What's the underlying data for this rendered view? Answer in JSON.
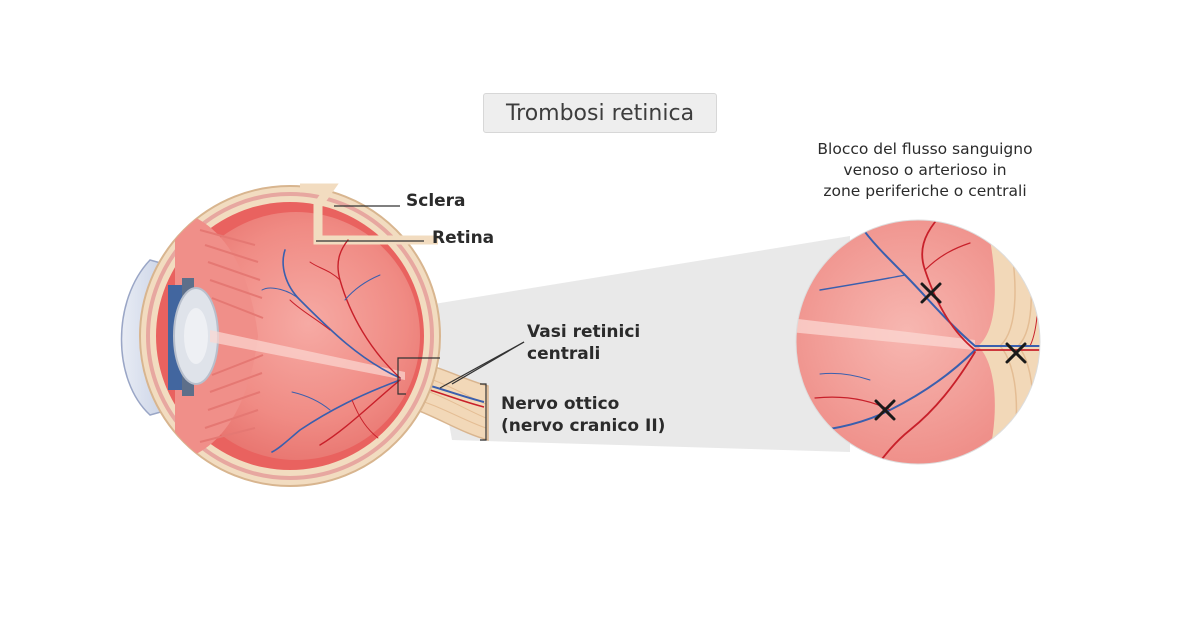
{
  "title": "Trombosi retinica",
  "labels": {
    "sclera": "Sclera",
    "retina": "Retina",
    "vessels": [
      "Vasi retinici",
      "centrali"
    ],
    "optic_nerve": [
      "Nervo ottico",
      "(nervo cranico II)"
    ]
  },
  "note": [
    "Blocco del flusso sanguigno",
    "venoso o arterioso in",
    "zone periferiche o centrali"
  ],
  "colors": {
    "sclera": "#f2dcc0",
    "retina": "#e9625f",
    "vitreous": "#f38d88",
    "vein": "#3a5fae",
    "artery": "#c8202a",
    "callout": "#e9e9e9"
  },
  "icons": [
    "blockage-x-icon"
  ]
}
